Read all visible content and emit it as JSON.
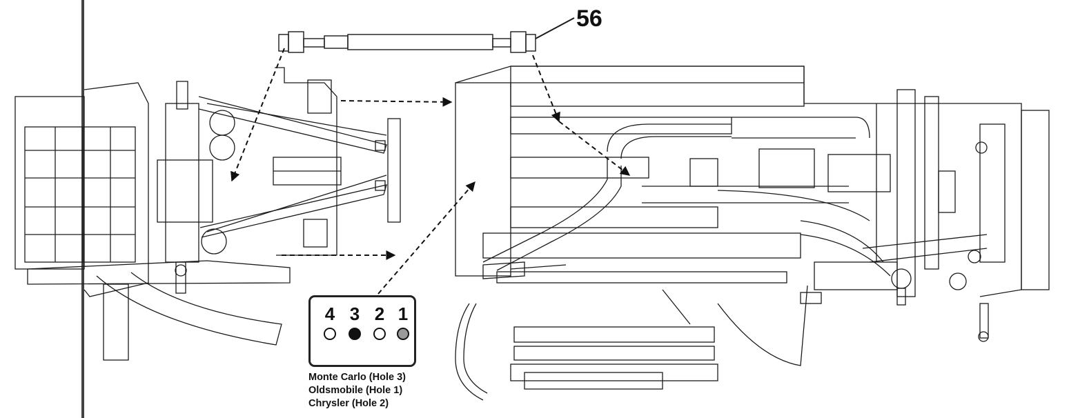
{
  "callout": {
    "number": "56"
  },
  "hole_selector": {
    "holes": [
      {
        "label": "4",
        "state": "open",
        "color": "#ffffff"
      },
      {
        "label": "3",
        "state": "filled",
        "color": "#111111"
      },
      {
        "label": "2",
        "state": "open",
        "color": "#ffffff"
      },
      {
        "label": "1",
        "state": "shaded",
        "color": "#9a9a9a"
      }
    ]
  },
  "legend": {
    "items": [
      "Monte Carlo (Hole 3)",
      "Oldsmobile (Hole 1)",
      "Chrysler (Hole 2)"
    ]
  },
  "colors": {
    "line": "#1a1a1a",
    "paper": "#ffffff"
  }
}
